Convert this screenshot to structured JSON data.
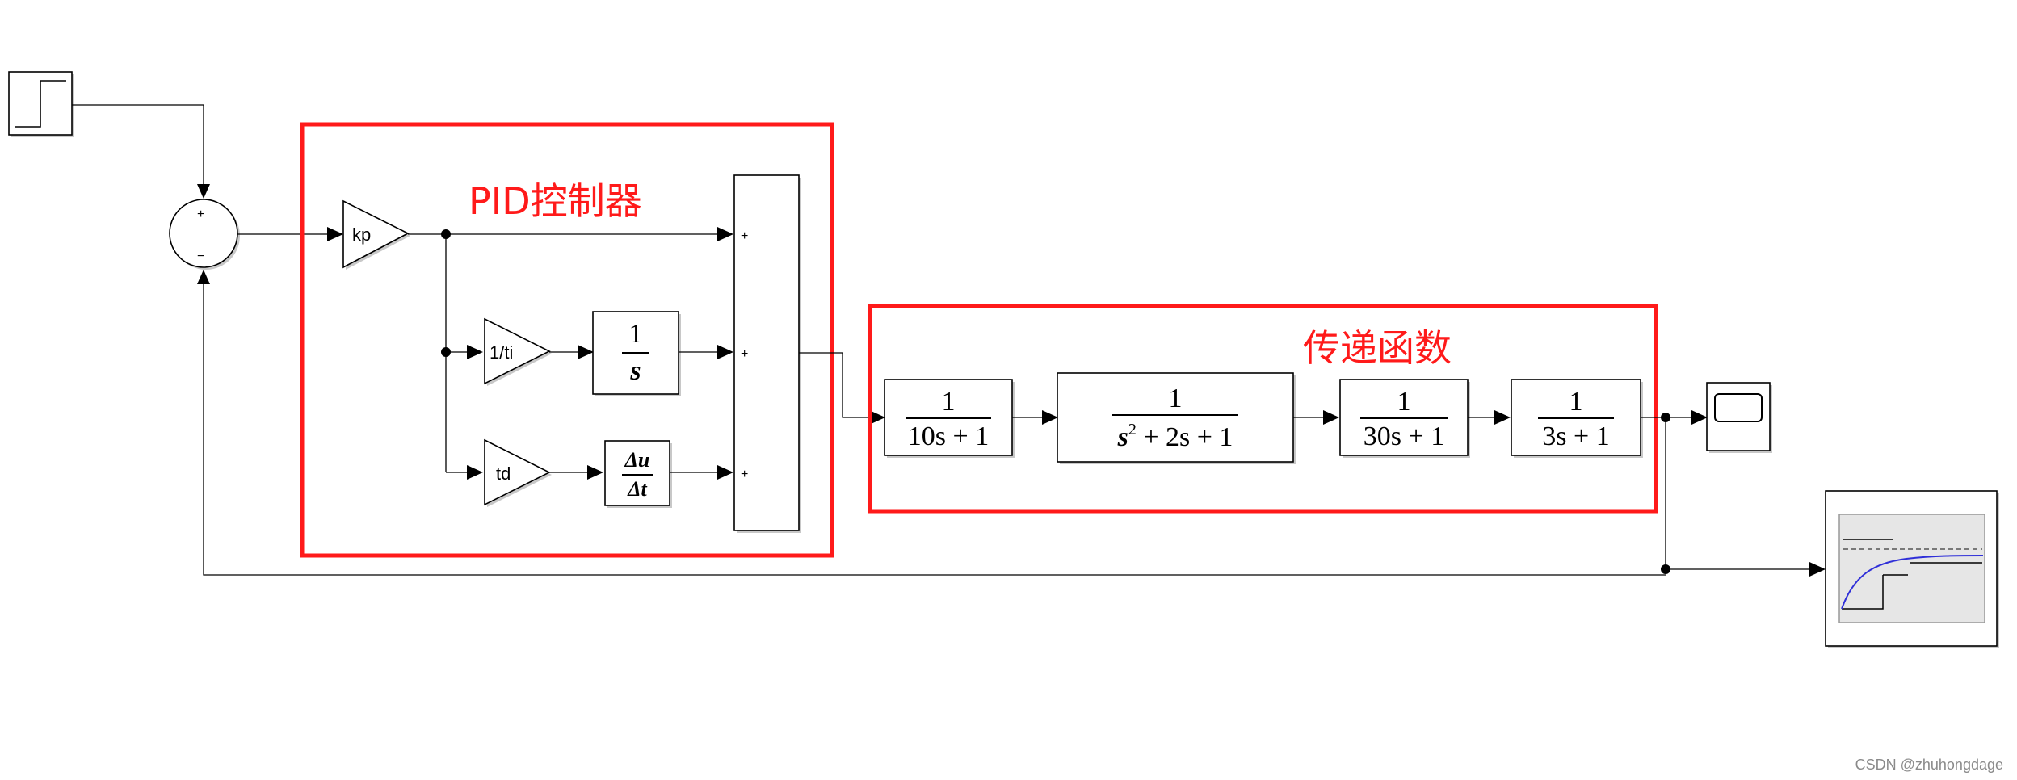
{
  "annotations": {
    "pid_label": "PID控制器",
    "tf_label": "传递函数",
    "red_color": "#ff1a1a"
  },
  "sum1": {
    "plus": "+",
    "minus": "−"
  },
  "gains": {
    "kp": "kp",
    "ti": "1/ti",
    "td": "td"
  },
  "integrator": {
    "num": "1",
    "den": "s"
  },
  "derivative": {
    "num": "Δu",
    "den": "Δt"
  },
  "sum2": {
    "signs": [
      "+",
      "+",
      "+"
    ]
  },
  "transfer_functions": [
    {
      "num": "1",
      "den": "10s + 1"
    },
    {
      "num": "1",
      "den_main": "s",
      "den_exp": "2",
      "den_rest": " + 2s + 1"
    },
    {
      "num": "1",
      "den": "30s + 1"
    },
    {
      "num": "1",
      "den": "3s + 1"
    }
  ],
  "icons": [
    "step-icon",
    "scope-icon",
    "dashboard-scope-icon"
  ],
  "watermark": "CSDN @zhuhongdage"
}
